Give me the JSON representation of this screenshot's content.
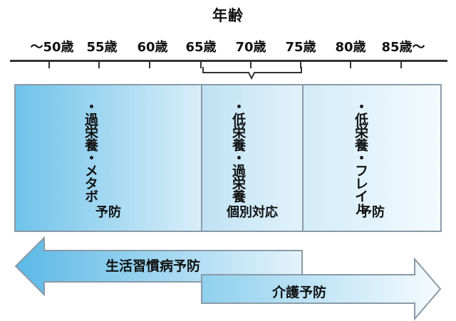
{
  "title": "年齢",
  "axis": {
    "ticks": [
      "〜50歳",
      "55歳",
      "60歳",
      "65歳",
      "70歳",
      "75歳",
      "80歳",
      "85歳〜"
    ]
  },
  "panels": [
    {
      "lines": [
        "・メタボ",
        "・過栄養"
      ],
      "label": "予防"
    },
    {
      "lines": [
        "・過栄養",
        "・低栄養"
      ],
      "label": "個別対応"
    },
    {
      "lines": [
        "・フレイル",
        "・低栄養"
      ],
      "label": "予防"
    }
  ],
  "arrows": {
    "lifestyle": "生活習慣病予防",
    "care": "介護予防"
  },
  "colors": {
    "accent_blue": "#6fc3ea",
    "border_gray": "#8a9aa6"
  }
}
